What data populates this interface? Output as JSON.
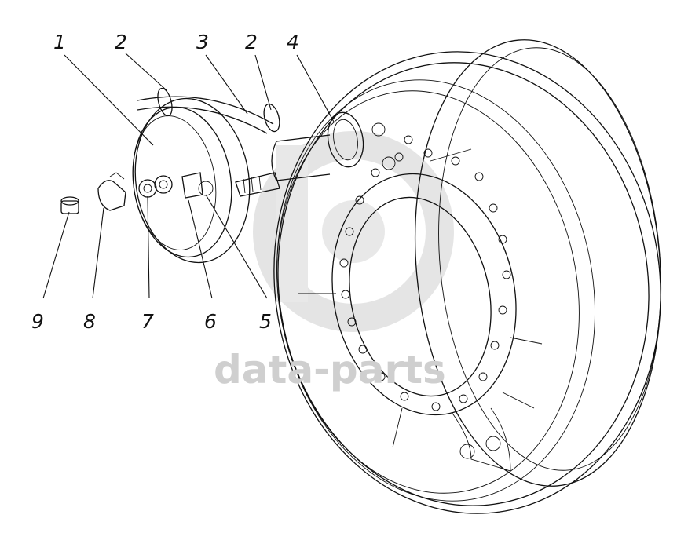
{
  "watermark": {
    "text": "data-parts",
    "color": "#cfcfcf"
  },
  "callouts": [
    "1",
    "2",
    "3",
    "2",
    "4",
    "9",
    "8",
    "7",
    "6",
    "5"
  ],
  "colors": {
    "line": "#111111",
    "background": "#ffffff"
  }
}
